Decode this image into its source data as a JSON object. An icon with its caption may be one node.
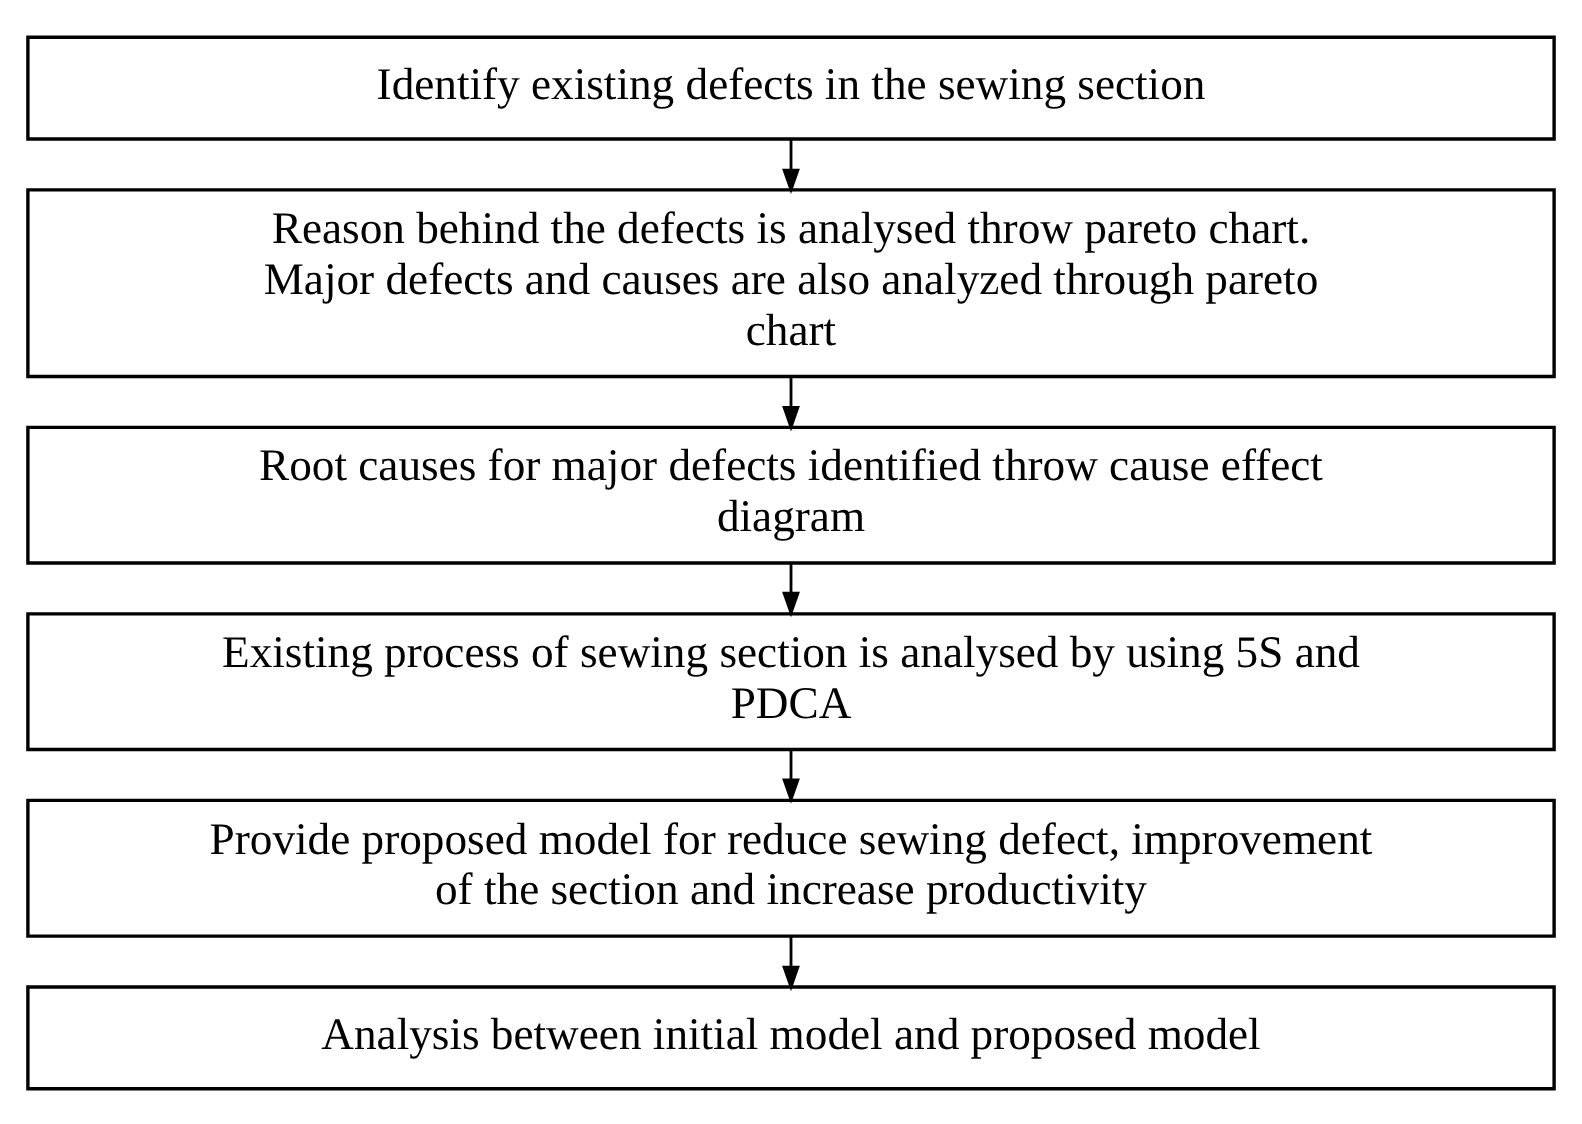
{
  "diagram": {
    "nodes": [
      {
        "text": [
          "Identify existing defects in the sewing section"
        ]
      },
      {
        "text": [
          "Reason behind the defects is analysed throw pareto chart. Major defects and causes are also analyzed through pareto chart"
        ]
      },
      {
        "text": [
          "Root causes for major defects identified throw cause effect diagram"
        ]
      },
      {
        "text": [
          "Existing process of sewing section is analysed by using 5S and PDCA"
        ]
      },
      {
        "text": [
          "Provide proposed model for reduce sewing defect, improvement of the section and increase productivity"
        ]
      },
      {
        "text": [
          "Analysis between initial model and proposed model"
        ]
      }
    ],
    "edges": [
      {
        "from": 0,
        "to": 1,
        "arrow": "to"
      },
      {
        "from": 1,
        "to": 2,
        "arrow": "to"
      },
      {
        "from": 2,
        "to": 3,
        "arrow": "to"
      },
      {
        "from": 3,
        "to": 4,
        "arrow": "to"
      },
      {
        "from": 4,
        "to": 5,
        "arrow": "to"
      }
    ]
  }
}
